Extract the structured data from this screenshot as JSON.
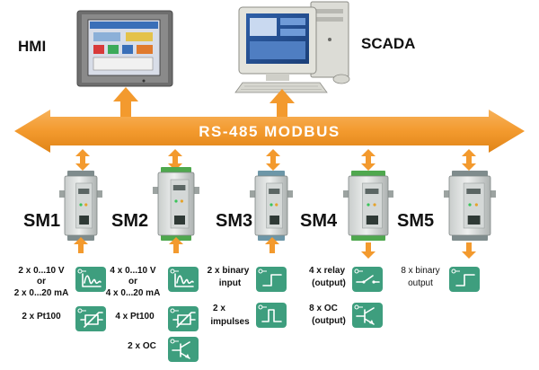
{
  "colors": {
    "bus": "#F39A2E",
    "bus_text": "#FFFFFF",
    "arrow": "#F39A2E",
    "icon_bg": "#3E9E7E",
    "icon_line": "#FFFFFF",
    "module_body": "#E6E6E6",
    "module_dark": "#2F3A36",
    "terminal_green": "#4FA84E",
    "terminal_gray": "#7F8C8D",
    "terminal_teal": "#6D97A8",
    "text": "#111111"
  },
  "top": {
    "hmi_label": "HMI",
    "scada_label": "SCADA"
  },
  "bus": {
    "label": "RS-485 MODBUS"
  },
  "modules": [
    {
      "id": "SM1",
      "label": "SM1",
      "terminal": "gray"
    },
    {
      "id": "SM2",
      "label": "SM2",
      "terminal": "green"
    },
    {
      "id": "SM3",
      "label": "SM3",
      "terminal": "teal"
    },
    {
      "id": "SM4",
      "label": "SM4",
      "terminal": "green"
    },
    {
      "id": "SM5",
      "label": "SM5",
      "terminal": "gray"
    }
  ],
  "sm1": {
    "line1": "2 x 0...10 V",
    "or": "or",
    "line2": "2 x 0...20 mA",
    "pt100": "2 x Pt100"
  },
  "sm2": {
    "line1": "4 x 0...10 V",
    "or": "or",
    "line2": "4 x 0...20 mA",
    "pt100": "4 x Pt100",
    "oc": "2 x OC"
  },
  "sm3": {
    "binary1": "2 x binary",
    "binary2": "input",
    "imp1": "2 x",
    "imp2": "impulses"
  },
  "sm4": {
    "relay1": "4 x relay",
    "relay2": "(output)",
    "oc1": "8 x OC",
    "oc2": "(output)"
  },
  "sm5": {
    "binary1": "8 x binary",
    "binary2": "output"
  },
  "icons": {
    "analog": "analog-wave-icon",
    "pt100": "pt100-resistor-icon",
    "oc": "open-collector-transistor-icon",
    "binary": "binary-step-icon",
    "impulse": "impulse-pulse-icon",
    "relay": "relay-contact-icon"
  }
}
